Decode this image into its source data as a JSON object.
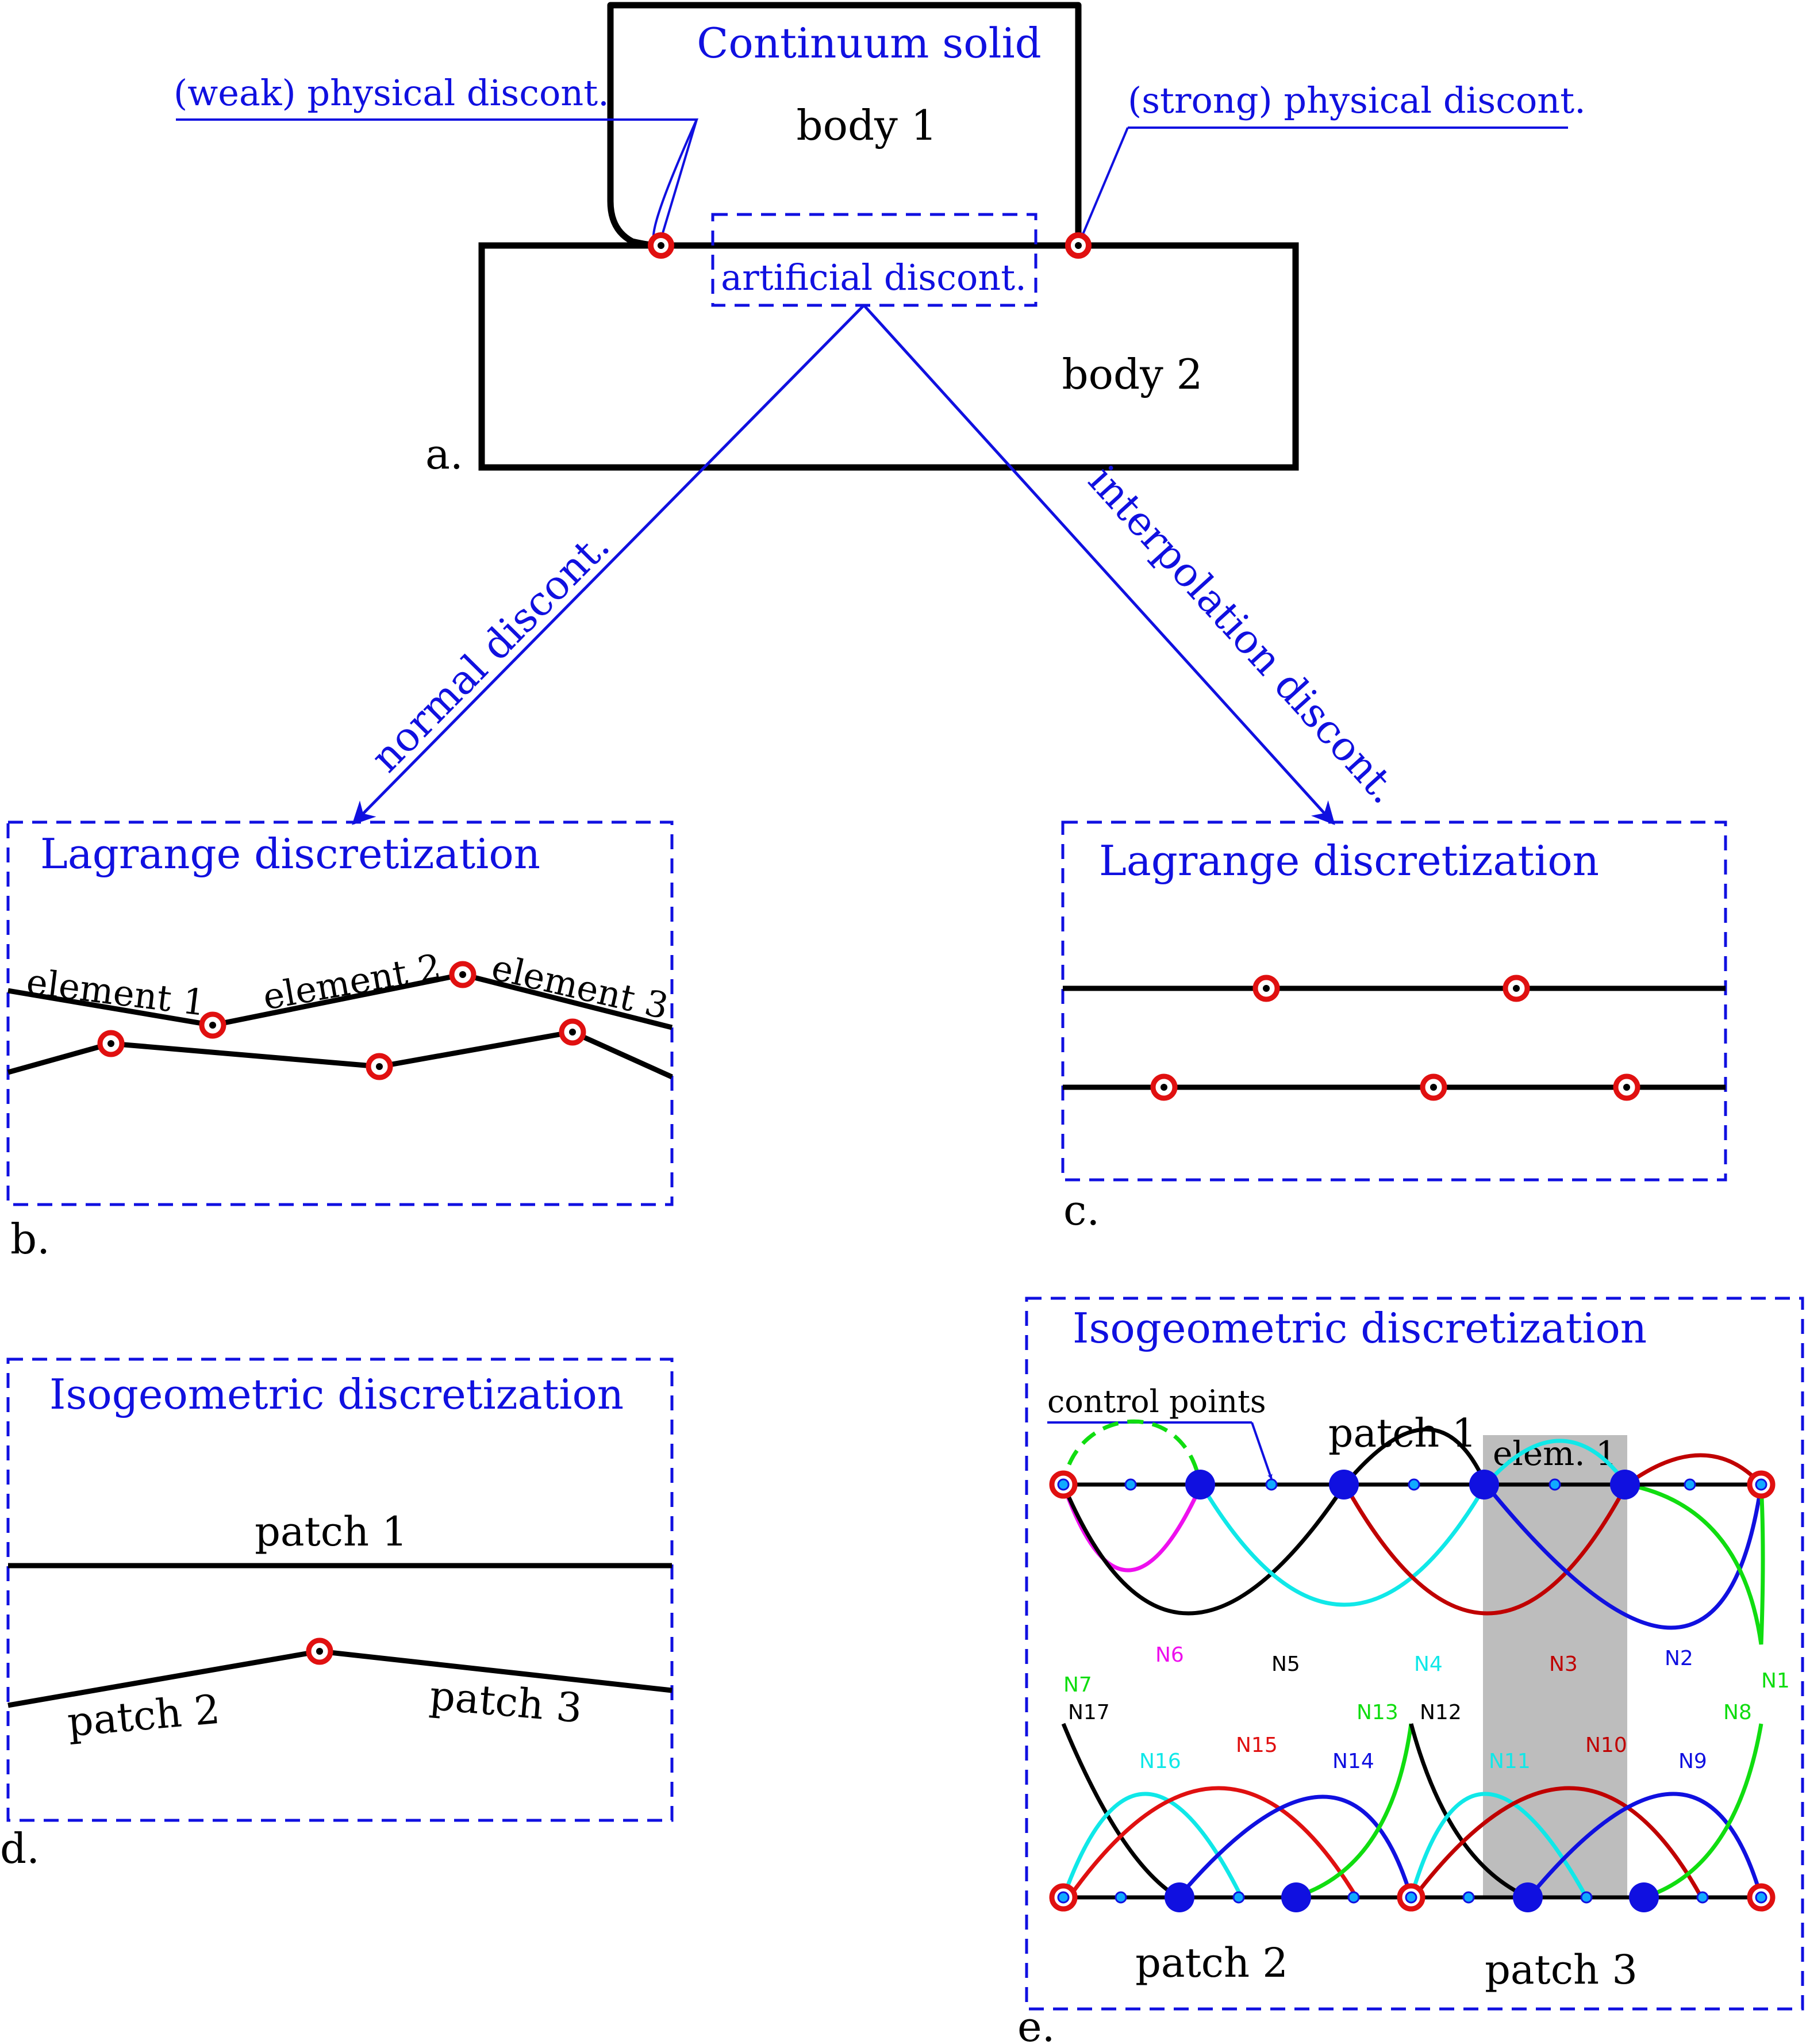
{
  "colors": {
    "ink": "#000000",
    "blue": "#1010e0",
    "node_red": "#e01010",
    "green": "#10dd10",
    "magenta": "#ee10ee",
    "cyan": "#10e8e8",
    "dark_red": "#c00000",
    "shade": "#bdbdbd"
  },
  "panel_a": {
    "title": "Continuum solid",
    "body1": "body 1",
    "body2": "body 2",
    "weak": "(weak) physical discont.",
    "strong": "(strong) physical discont.",
    "artificial": "artificial discont.",
    "letter": "a."
  },
  "arrows": {
    "normal": "normal discont.",
    "interpolation": "interpolation discont."
  },
  "panel_b": {
    "title": "Lagrange discretization",
    "element1": "element 1",
    "element2": "element 2",
    "element3": "element 3",
    "letter": "b."
  },
  "panel_c": {
    "title": "Lagrange discretization",
    "letter": "c."
  },
  "panel_d": {
    "title": "Isogeometric discretization",
    "patch1": "patch 1",
    "patch2": "patch 2",
    "patch3": "patch 3",
    "letter": "d."
  },
  "panel_e": {
    "title": "Isogeometric discretization",
    "control_points": "control points",
    "patch1": "patch 1",
    "patch2": "patch 2",
    "patch3": "patch 3",
    "elem1": "elem. 1",
    "letter": "e.",
    "basis_labels": {
      "N1": "N1",
      "N2": "N2",
      "N3": "N3",
      "N4": "N4",
      "N5": "N5",
      "N6": "N6",
      "N7": "N7",
      "N8": "N8",
      "N9": "N9",
      "N10": "N10",
      "N11": "N11",
      "N12": "N12",
      "N13": "N13",
      "N14": "N14",
      "N15": "N15",
      "N16": "N16",
      "N17": "N17"
    }
  }
}
